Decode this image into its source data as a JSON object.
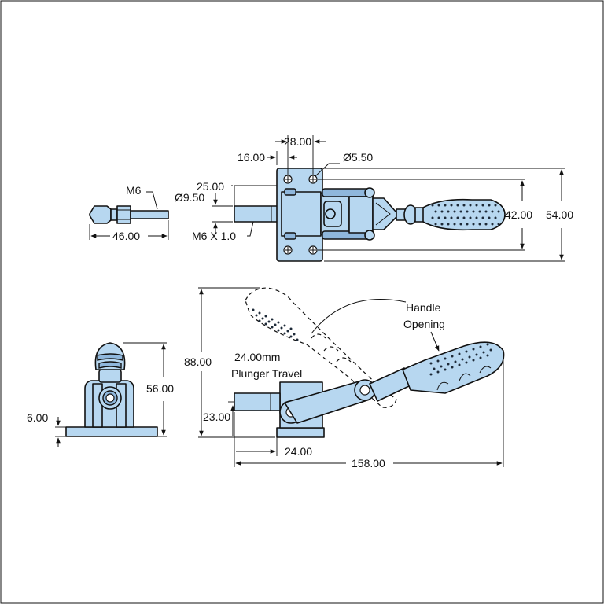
{
  "colors": {
    "part_fill": "#b7d7f0",
    "part_shade": "#8fb7dc",
    "outline": "#111111",
    "background": "#ffffff"
  },
  "top_view": {
    "bolt_label": "M6",
    "bolt_length": "46.00",
    "hole_spacing_x": "28.00",
    "hole_offset": "16.00",
    "hole_diameter": "Ø5.50",
    "plunger_offset": "25.00",
    "plunger_diameter": "Ø9.50",
    "plunger_thread": "M6 X 1.0",
    "hole_spacing_y": "42.00",
    "base_width": "54.00"
  },
  "end_view": {
    "height": "56.00",
    "base_thickness": "6.00"
  },
  "side_view": {
    "overall_height": "88.00",
    "plunger_travel_line1": "24.00mm",
    "plunger_travel_line2": "Plunger Travel",
    "plunger_height": "23.00",
    "plunger_length": "24.00",
    "overall_length": "158.00",
    "handle_label_line1": "Handle",
    "handle_label_line2": "Opening"
  }
}
